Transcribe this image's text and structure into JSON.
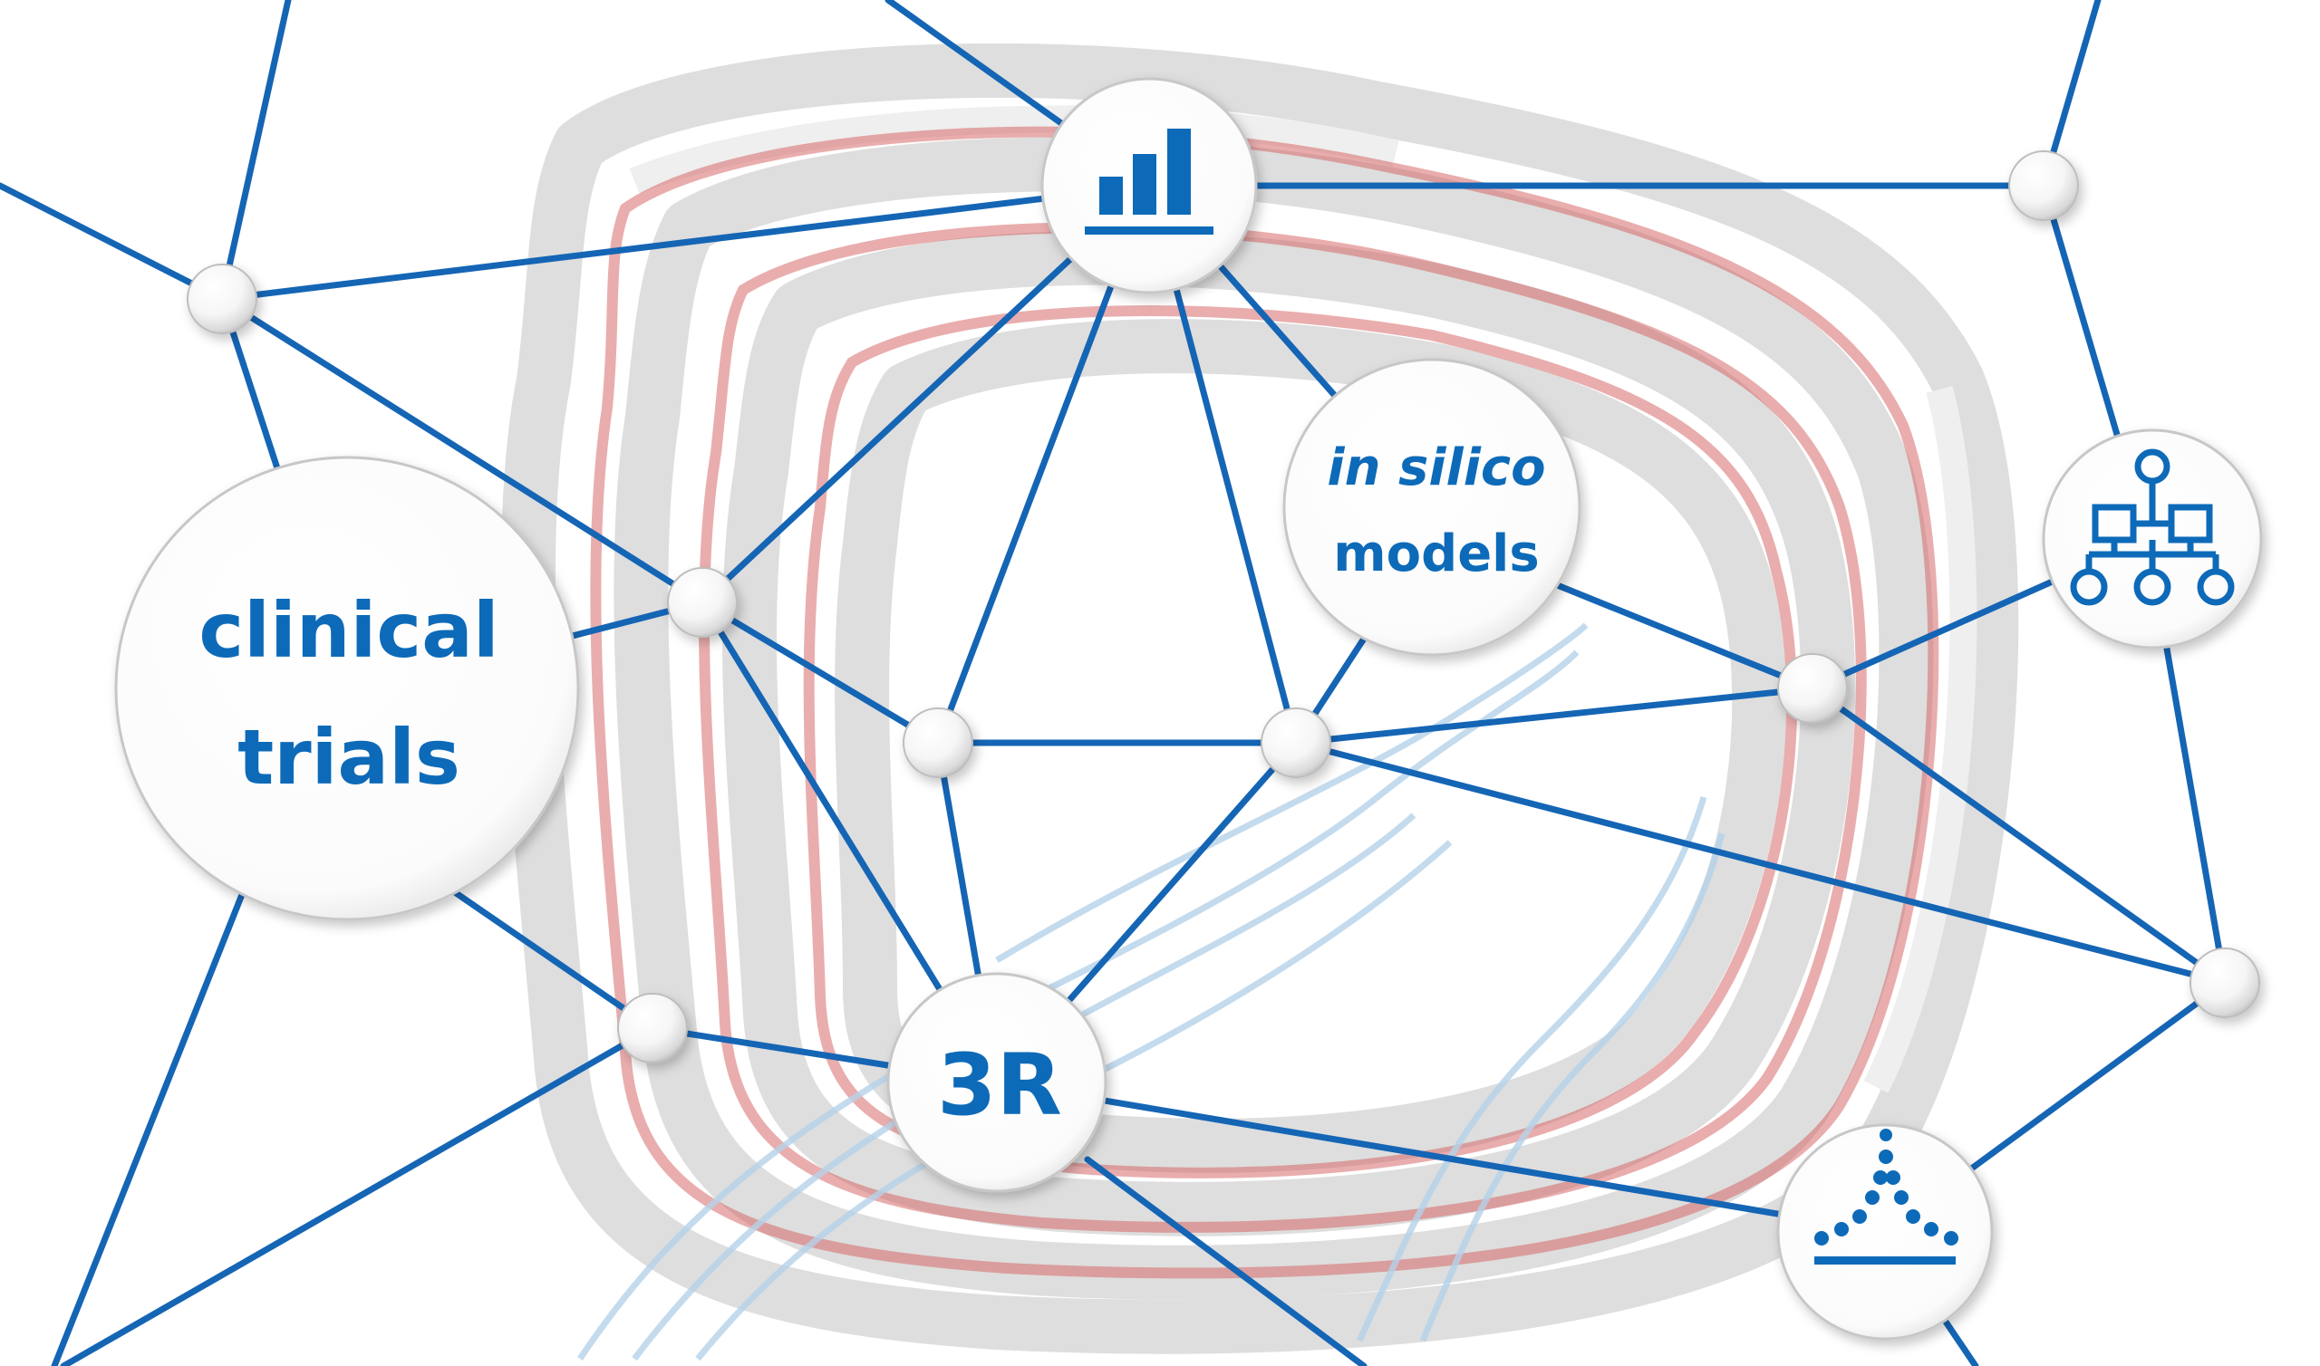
{
  "diagram": {
    "nodes": {
      "clinical_trials": {
        "line1": "clinical",
        "line2": "trials"
      },
      "in_silico_models": {
        "line1": "in silico",
        "line2": "models"
      },
      "three_r": {
        "label": "3R"
      }
    },
    "icons": {
      "bar_chart": "bar-chart-icon",
      "hierarchy": "hierarchy-icon",
      "distribution": "distribution-icon"
    },
    "colors": {
      "link": "#1565b5",
      "label": "#0e6ab8",
      "node_fill": "#ffffff",
      "background_structure": "#d6d6d6",
      "background_accent": "#c94848",
      "background_fibers": "#a9cbe6"
    }
  }
}
